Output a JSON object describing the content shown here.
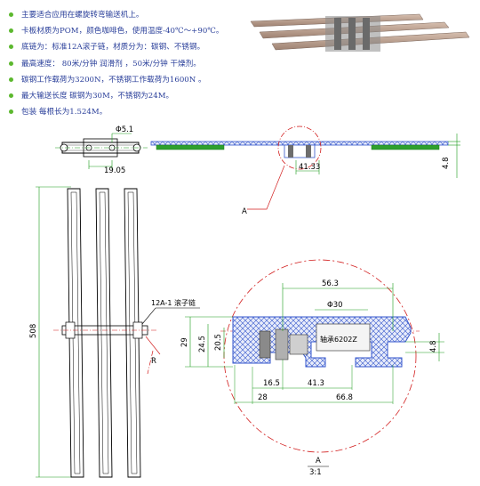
{
  "specs": [
    "主要适合应用在螺旋转弯输送机上。",
    "卡板材质为POM，颜色咖啡色，使用温度-40℃～+90℃。",
    "底链为：标准12A滚子链，材质分为：碳钢、不锈钢。",
    "最高速度： 80米/分钟 润滑剂 ，50米/分钟 干燥剂。",
    "碳钢工作载荷为3200N，不锈钢工作载荷为1600N 。",
    "最大输送长度 碳钢为30M，不锈钢为24M。",
    "包装 每根长为1.524M。"
  ],
  "colors": {
    "text": "#2a3f9a",
    "bullet": "#5cb82e",
    "dimension": "#1a9b1a",
    "detail_circle": "#d21e1e",
    "plate": "#3355cc",
    "chain": "#6d6d6d"
  },
  "drawing": {
    "front_view": {
      "pin_dia": "Φ5.1",
      "pitch": "19.05"
    },
    "side_view": {
      "width": "41.33",
      "height": "4.8",
      "detail_label": "A"
    },
    "top_view": {
      "length": "508",
      "chain_label": "12A-1 滚子链",
      "radius_label": "R"
    },
    "detail": {
      "dim_top": "56.3",
      "dim_dia": "Φ30",
      "bearing": "轴承6202Z",
      "dim_29": "29",
      "dim_24_5": "24.5",
      "dim_20_5": "20.5",
      "dim_4_8": "4.8",
      "dim_16_5": "16.5",
      "dim_41_3": "41.3",
      "dim_28": "28",
      "dim_66_8": "66.8",
      "view_name": "A",
      "scale": "3:1"
    }
  },
  "icons": [
    "bullet-dot-icon"
  ]
}
